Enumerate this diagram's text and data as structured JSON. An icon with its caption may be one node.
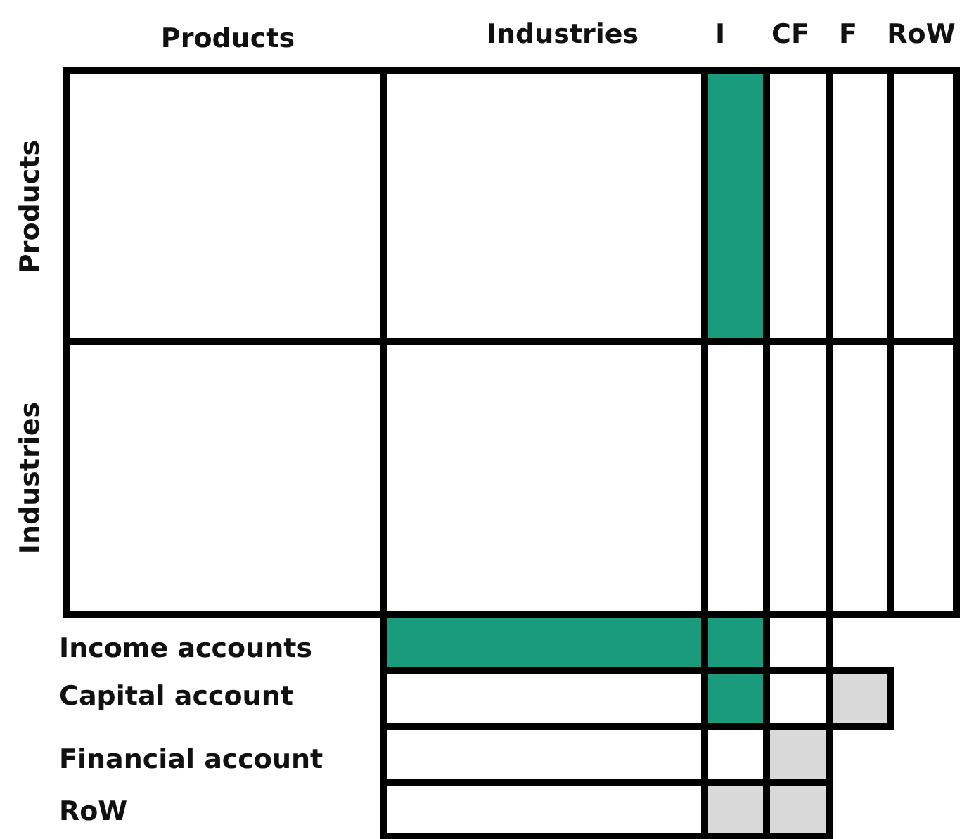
{
  "diagram": {
    "labels": [
      "Products",
      "Industries",
      "I",
      "CF",
      "F",
      "RoW",
      "Products",
      "Industries",
      "Income accounts",
      "Capital account",
      "Financial account",
      "RoW"
    ]
  }
}
